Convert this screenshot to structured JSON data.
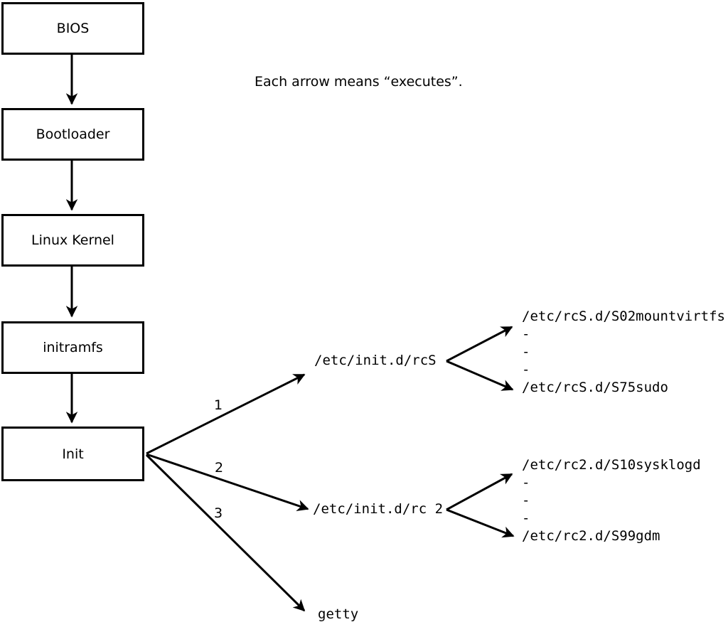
{
  "caption": "Each arrow means “executes”.",
  "boxes": [
    {
      "label": "BIOS"
    },
    {
      "label": "Bootloader"
    },
    {
      "label": "Linux Kernel"
    },
    {
      "label": "initramfs"
    },
    {
      "label": "Init"
    }
  ],
  "branch_numbers": [
    "1",
    "2",
    "3"
  ],
  "targets": {
    "rcS": "/etc/init.d/rcS",
    "rc2": "/etc/init.d/rc 2",
    "getty": "getty"
  },
  "fan_rcS": {
    "lines": [
      "/etc/rcS.d/S02mountvirtfs",
      "-",
      "-",
      "-",
      "/etc/rcS.d/S75sudo"
    ]
  },
  "fan_rc2": {
    "lines": [
      "/etc/rc2.d/S10sysklogd",
      "-",
      "-",
      "-",
      "/etc/rc2.d/S99gdm"
    ]
  },
  "colors": {
    "line": "#000000",
    "background": "#ffffff",
    "box_fill": "#ffffff"
  }
}
